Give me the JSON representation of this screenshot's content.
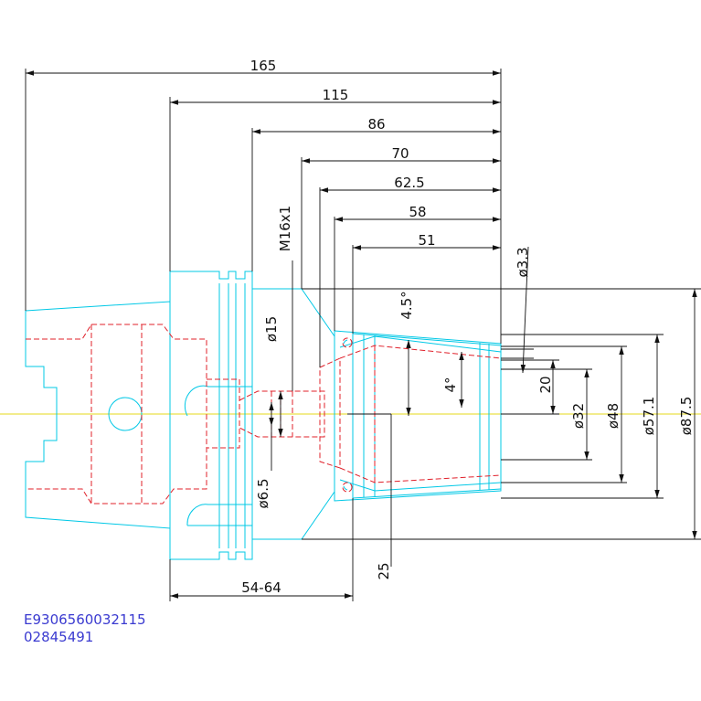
{
  "dimensions": {
    "overall_length": "165",
    "length_115": "115",
    "length_86": "86",
    "length_70": "70",
    "length_62_5": "62.5",
    "length_58": "58",
    "length_51": "51",
    "thread": "M16x1",
    "dia_15": "ø15",
    "dia_6_5": "ø6.5",
    "angle_4_5": "4.5°",
    "angle_4": "4°",
    "dia_3_3": "ø3.3",
    "len_20": "20",
    "dia_32": "ø32",
    "dia_48": "ø48",
    "dia_57_1": "ø57.1",
    "dia_87_5": "ø87.5",
    "len_25": "25",
    "range_54_64": "54-64"
  },
  "part_code": {
    "line1": "E9306560032115",
    "line2": "02845491"
  },
  "colors": {
    "dimension": "#111111",
    "outline": "#00c8e6",
    "hidden": "#e0202a",
    "centerline": "#e6d81a",
    "code_text": "#3a3ad0"
  }
}
